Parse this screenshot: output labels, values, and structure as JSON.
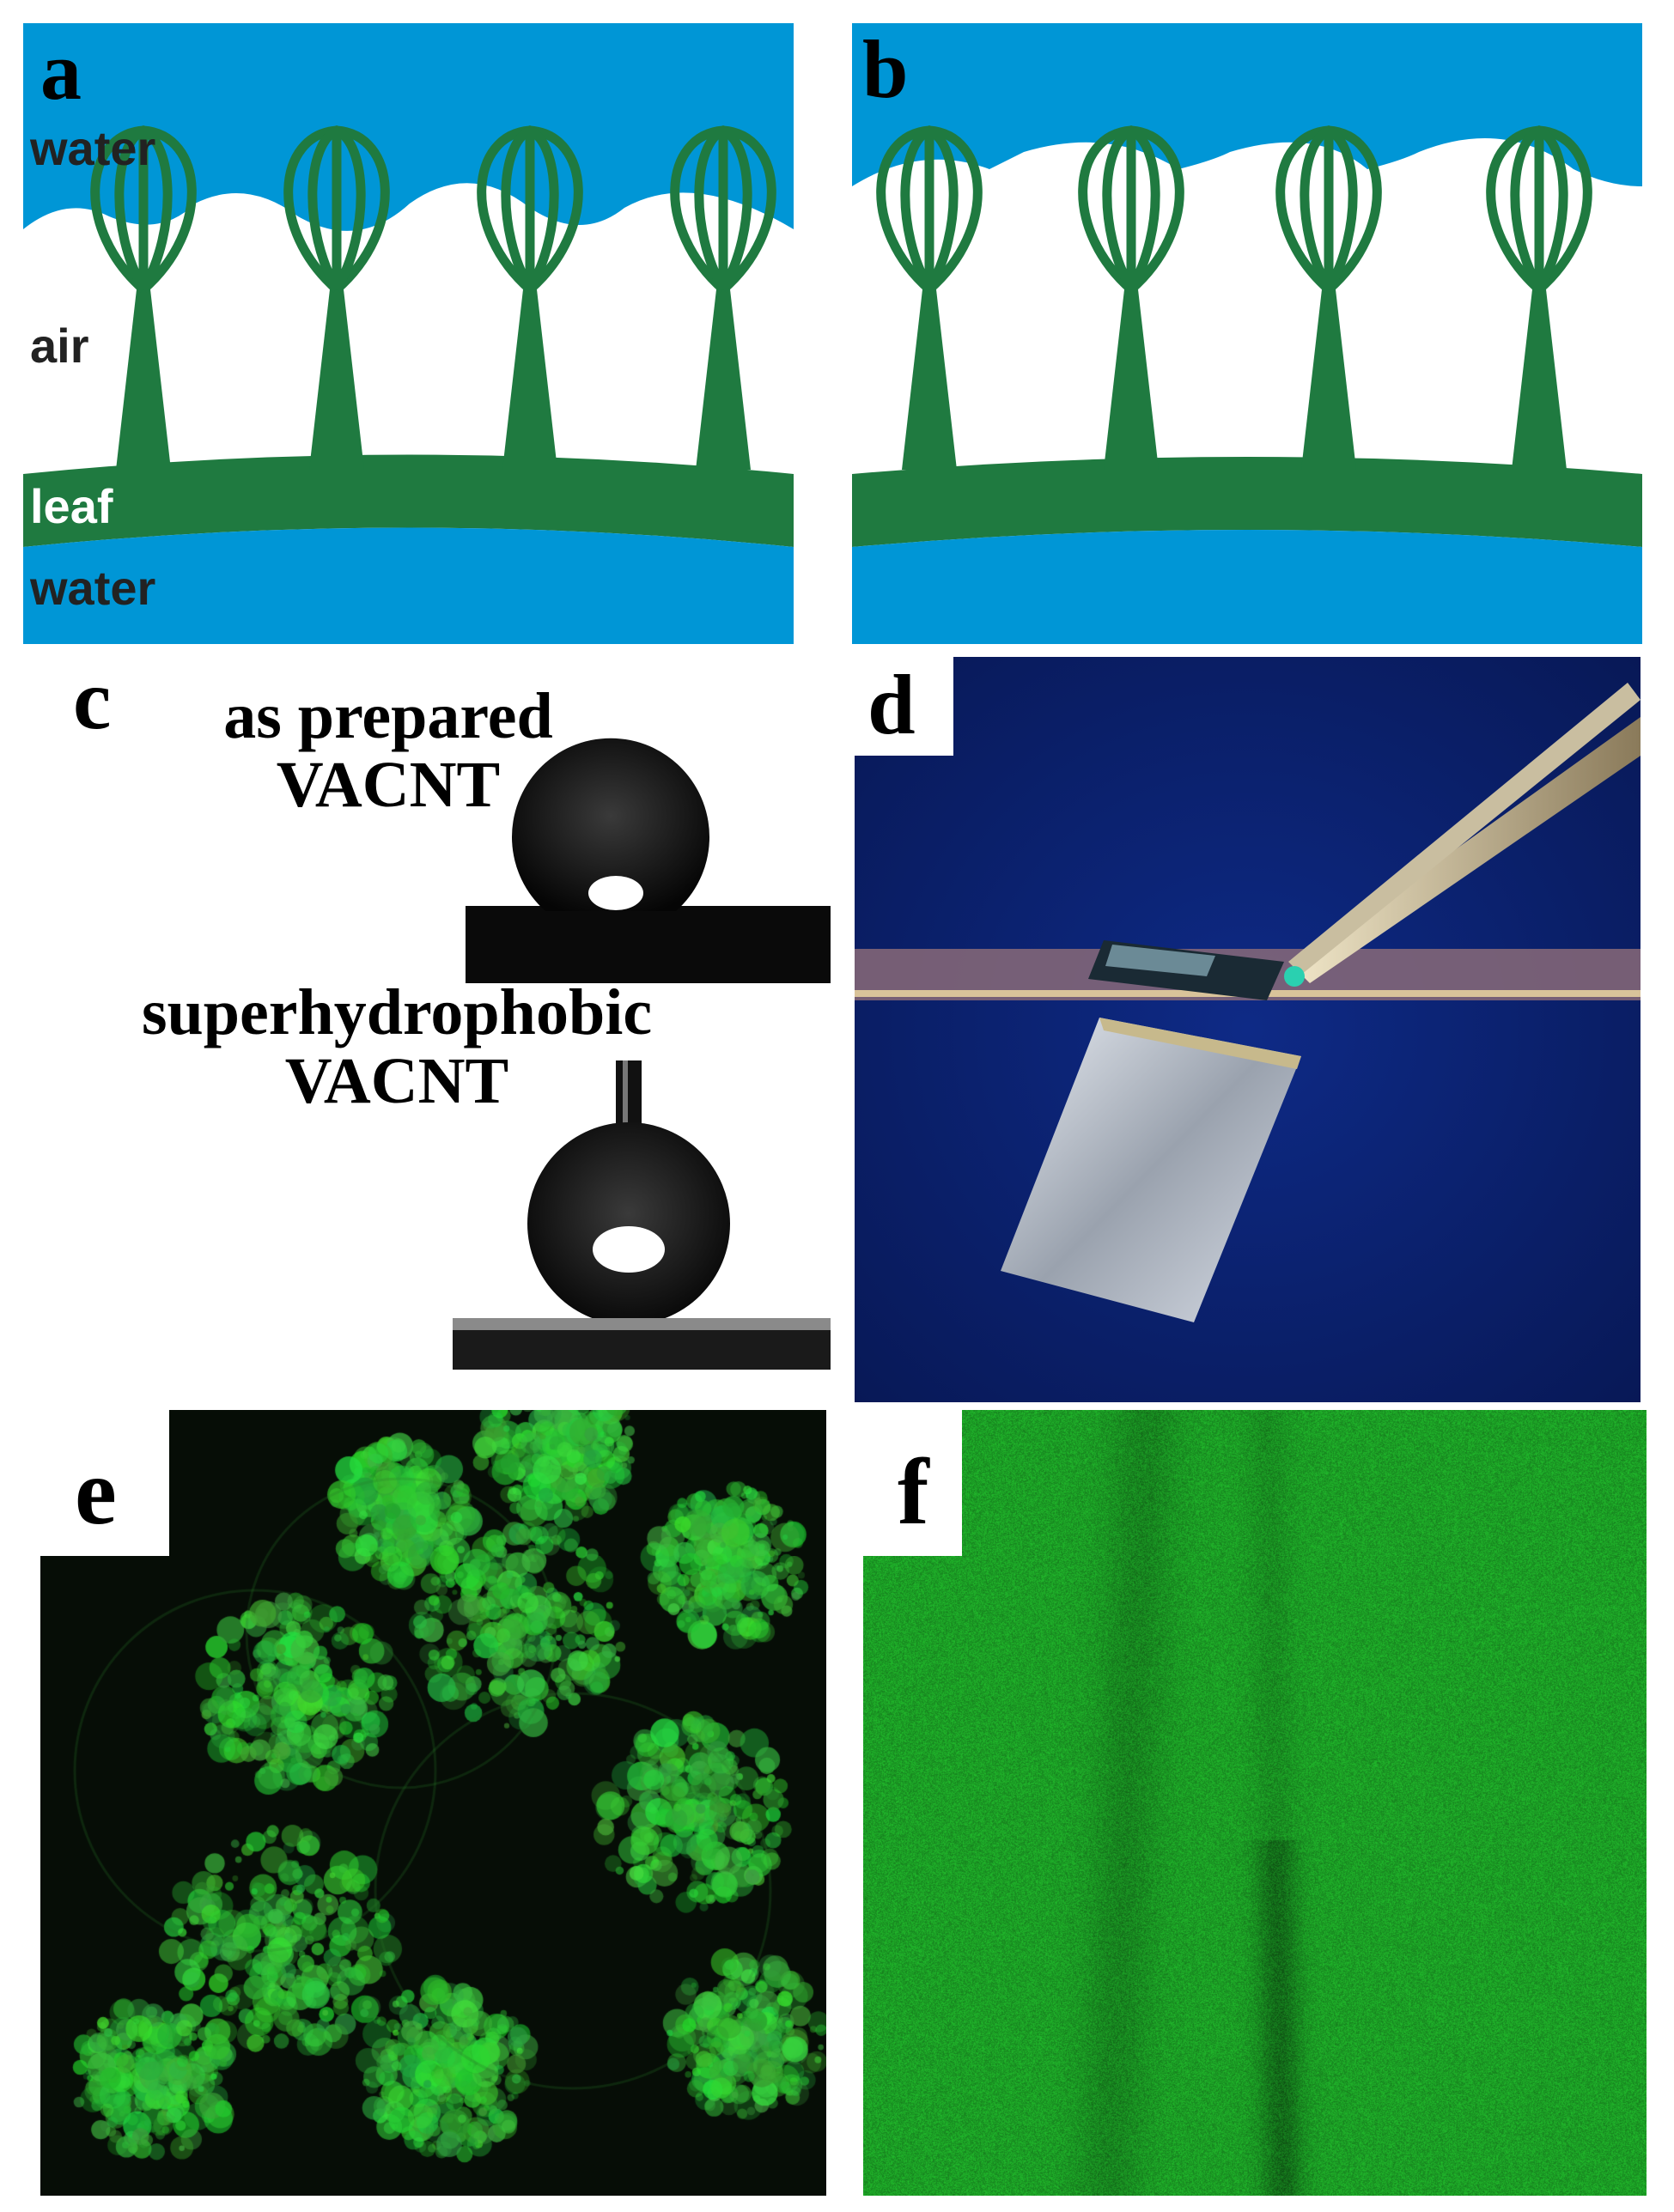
{
  "figure": {
    "panels": [
      {
        "id": "a",
        "label": "a",
        "regions": [
          "water",
          "air",
          "leaf",
          "water"
        ]
      },
      {
        "id": "b",
        "label": "b"
      },
      {
        "id": "c",
        "label": "c",
        "captions": [
          "as prepared\nVACNT",
          "superhydrophobic\nVACNT"
        ]
      },
      {
        "id": "d",
        "label": "d"
      },
      {
        "id": "e",
        "label": "e"
      },
      {
        "id": "f",
        "label": "f"
      }
    ]
  },
  "colors": {
    "water": "#0096d6",
    "plant": "#1f7a40",
    "panel_d_bg": "#0a1f6a",
    "fluorescence": "#27b52c",
    "dark_bg": "#060d06"
  }
}
